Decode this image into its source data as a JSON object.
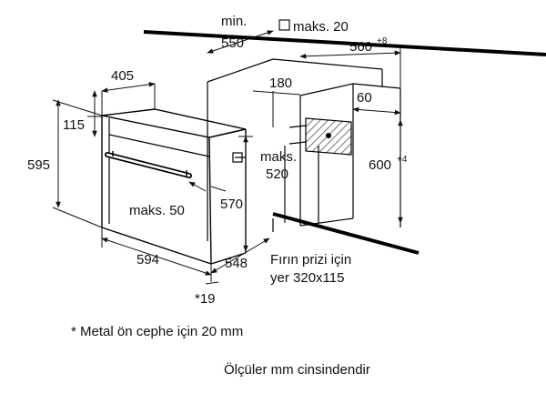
{
  "labels": {
    "min_label": "min.",
    "min_width": "550",
    "socket_max": "maks. 20",
    "cabinet_depth": "560",
    "cabinet_depth_sup": "+8",
    "oven_depth_top": "405",
    "top_offset": "180",
    "niche_depth": "60",
    "panel_height": "115",
    "total_height": "595",
    "niche_max_label": "maks.",
    "niche_max": "520",
    "niche_height": "600",
    "niche_height_sup": "+4",
    "front_max": "maks. 50",
    "inner_height": "570",
    "width": "594",
    "depth": "548",
    "front_thickness": "*19",
    "socket_note_1": "Fırın prizi için",
    "socket_note_2": "yer 320x115"
  },
  "footnotes": {
    "metal_front": "* Metal ön cephe için 20 mm",
    "units": "Ölçüler mm cinsindendir"
  },
  "colors": {
    "line": "#111111",
    "thick": "#000000",
    "hatch": "#555555",
    "background": "#ffffff"
  }
}
